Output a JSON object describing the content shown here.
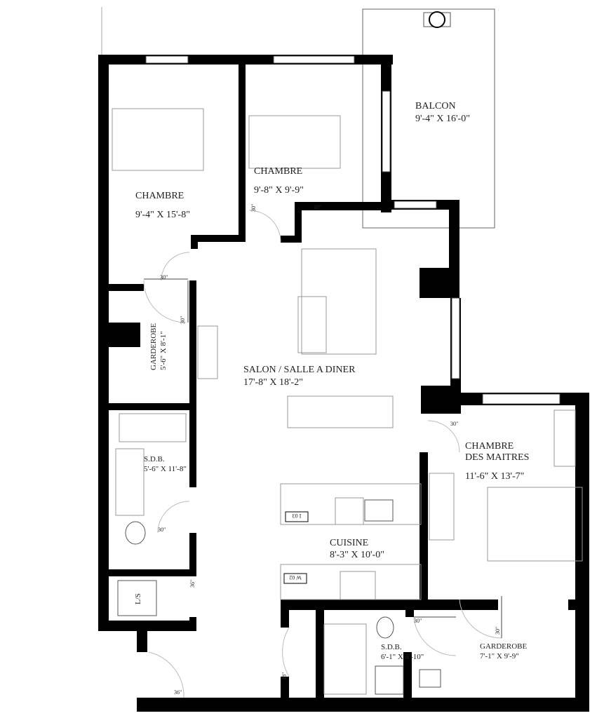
{
  "rooms": {
    "bedroom1": {
      "name": "CHAMBRE",
      "size": "9'-4\" X 15'-8\""
    },
    "bedroom2": {
      "name": "CHAMBRE",
      "size": "9'-8\" X 9'-9\""
    },
    "balcony": {
      "name": "BALCON",
      "size": "9'-4\" X 16'-0\""
    },
    "closet1": {
      "name": "GARDEROBE",
      "size": "5'-6\" X 8'-1\""
    },
    "living": {
      "name": "SALON / SALLE A DINER",
      "size": "17'-8\" X 18'-2\""
    },
    "master": {
      "name1": "CHAMBRE",
      "name2": "DES MAITRES",
      "size": "11'-6\" X 13'-7\""
    },
    "bath1": {
      "name": "S.D.B.",
      "size": "5'-6\" X 11'-8\""
    },
    "kitchen": {
      "name": "CUISINE",
      "size": "8'-3\" X 10'-0\""
    },
    "bath2": {
      "name": "S.D.B.",
      "size": "6'-1\" X 8'-10\""
    },
    "closet2": {
      "name": "GARDEROBE",
      "size": "7'-1\" X 9'-9\""
    },
    "laundry": {
      "name": "L/S"
    }
  },
  "appliances": {
    "fridge": "I 03",
    "range": "W 02"
  },
  "doors": {
    "d30": "30\"",
    "d36": "36\"",
    "d48": "48\""
  }
}
